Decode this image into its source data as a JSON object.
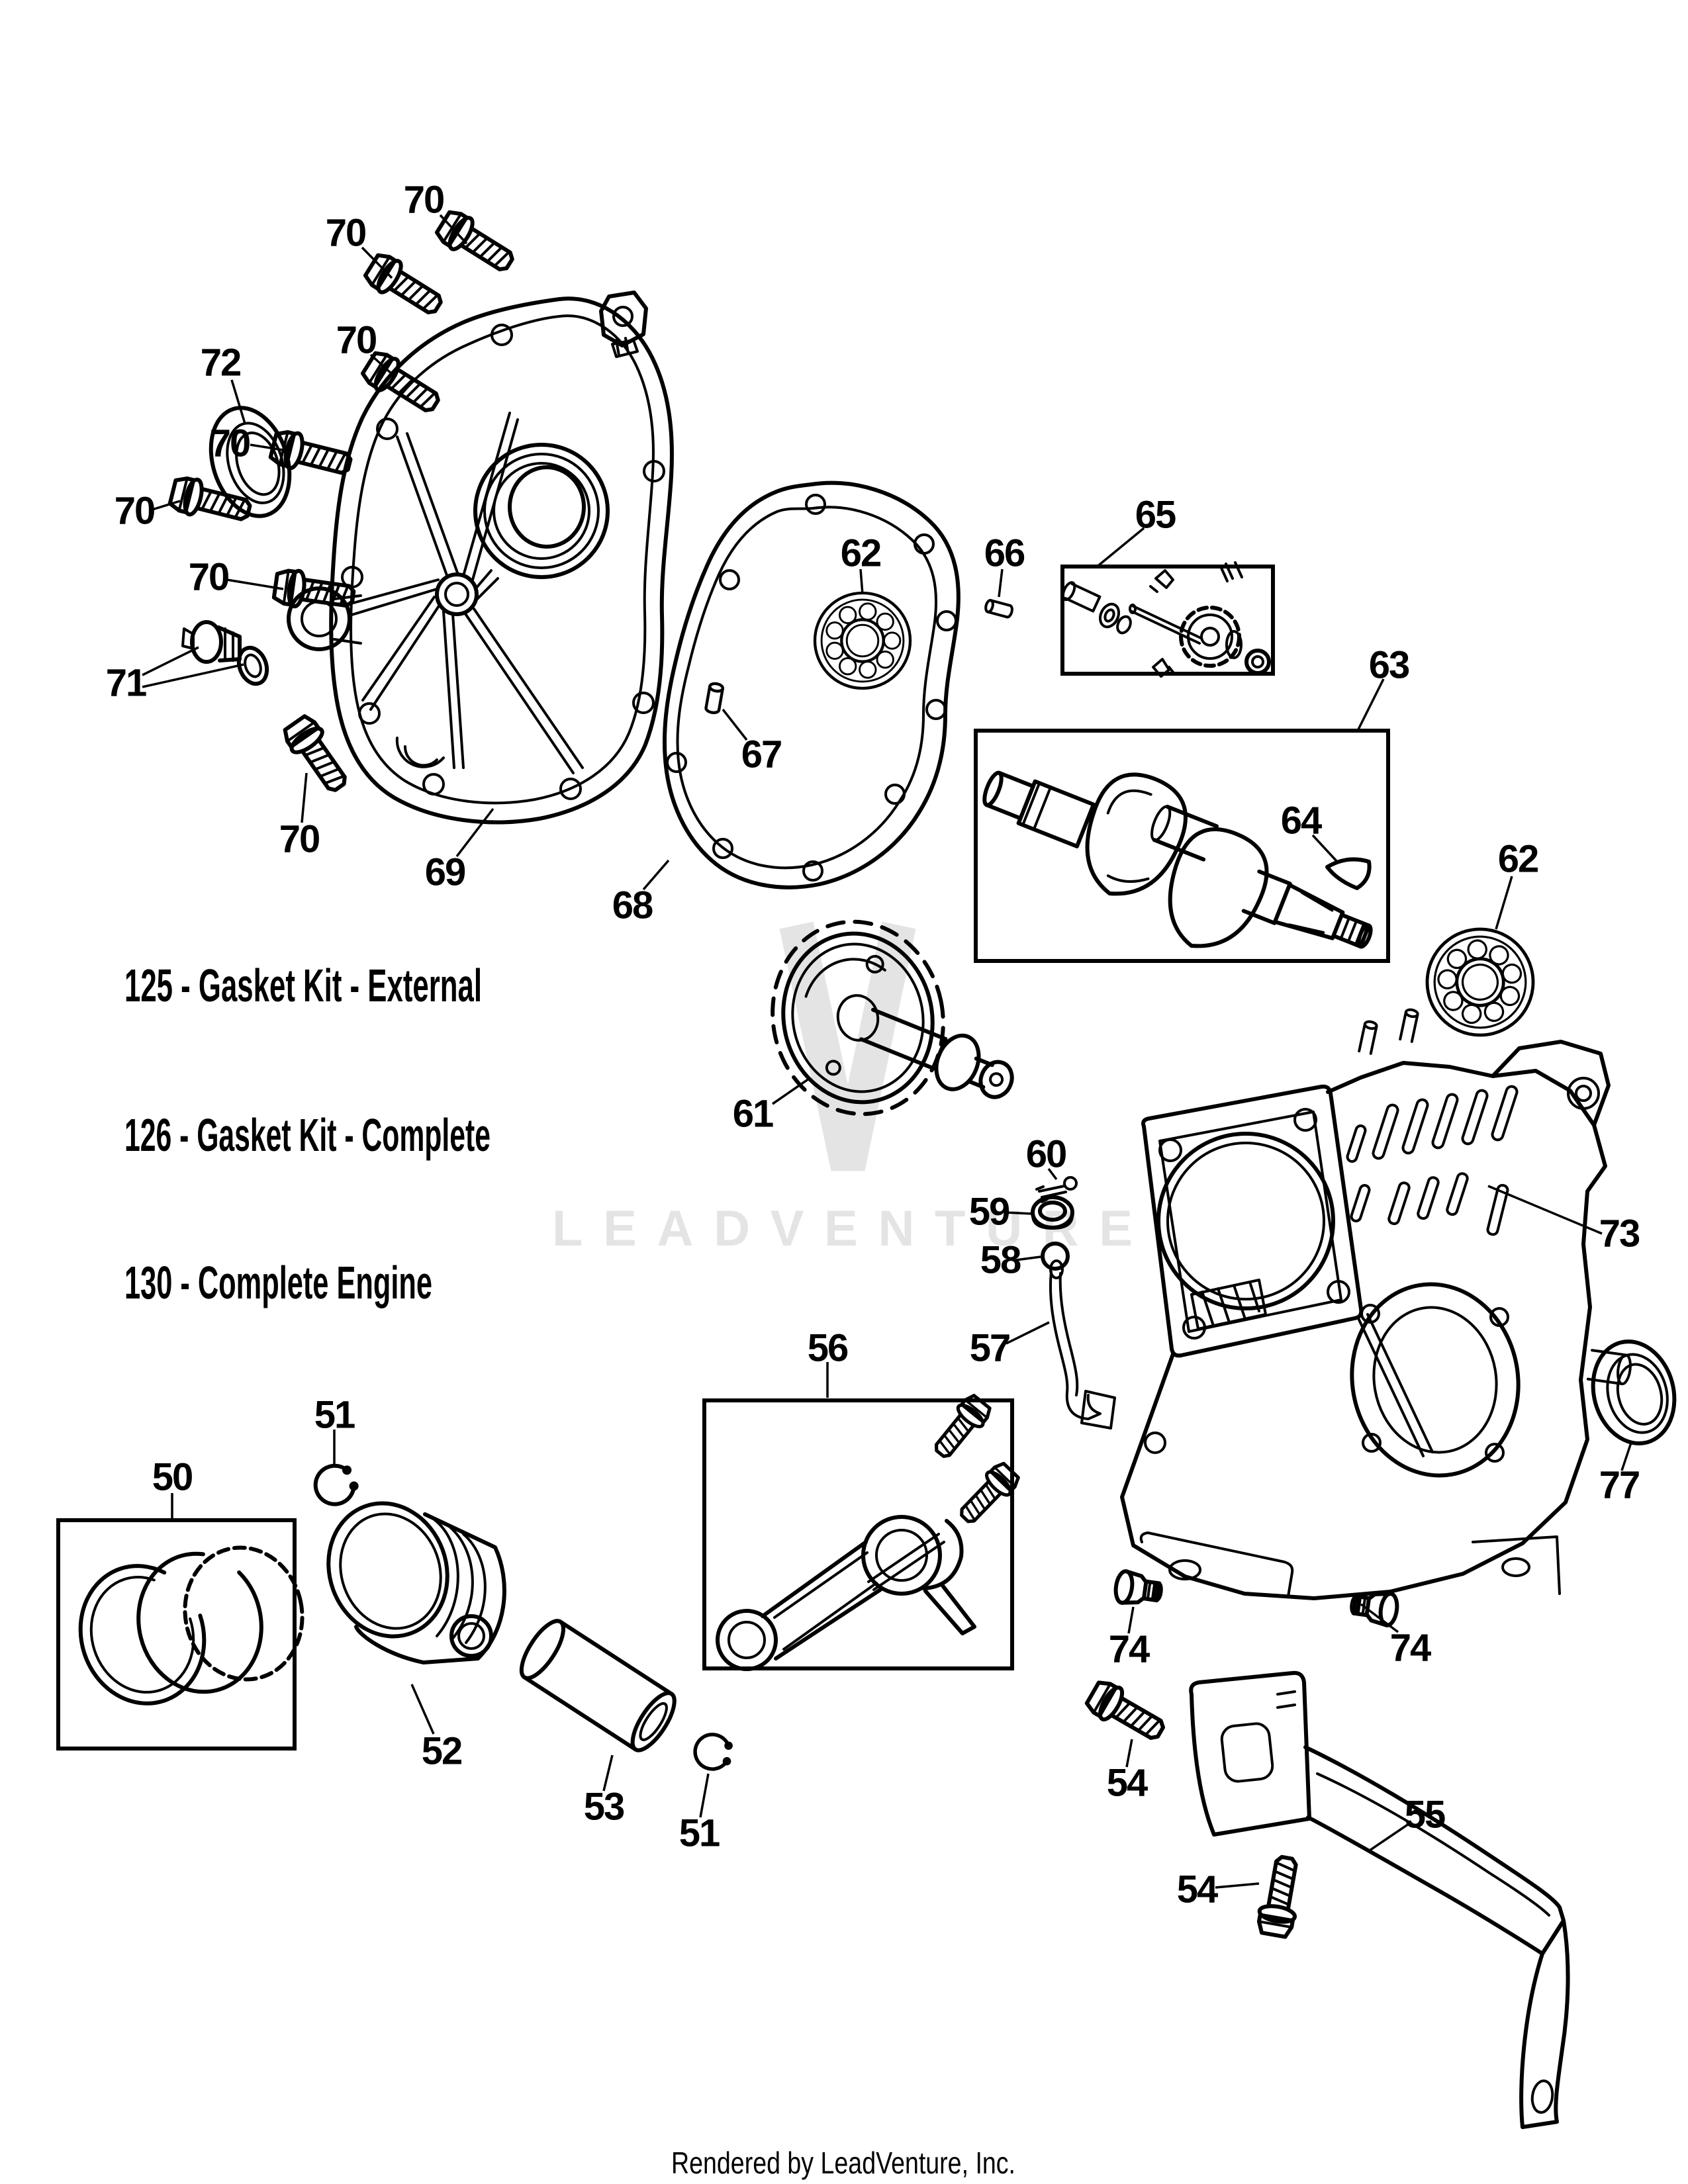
{
  "diagram": {
    "background": "#ffffff",
    "ink_color": "#000000",
    "watermark": {
      "text": "LEADVENTURE",
      "color": "#e4e4e4"
    },
    "notes": [
      {
        "text": "125 - Gasket Kit - External"
      },
      {
        "text": "126 - Gasket Kit - Complete"
      },
      {
        "text": "130 - Complete Engine"
      }
    ],
    "callouts": {
      "50": "50",
      "51": "51",
      "52": "52",
      "53": "53",
      "54": "54",
      "55": "55",
      "56": "56",
      "57": "57",
      "58": "58",
      "59": "59",
      "60": "60",
      "61": "61",
      "62": "62",
      "63": "63",
      "64": "64",
      "65": "65",
      "66": "66",
      "67": "67",
      "68": "68",
      "69": "69",
      "70": "70",
      "71": "71",
      "72": "72",
      "73": "73",
      "74": "74",
      "77": "77"
    },
    "footer": "Rendered by LeadVenture, Inc."
  }
}
